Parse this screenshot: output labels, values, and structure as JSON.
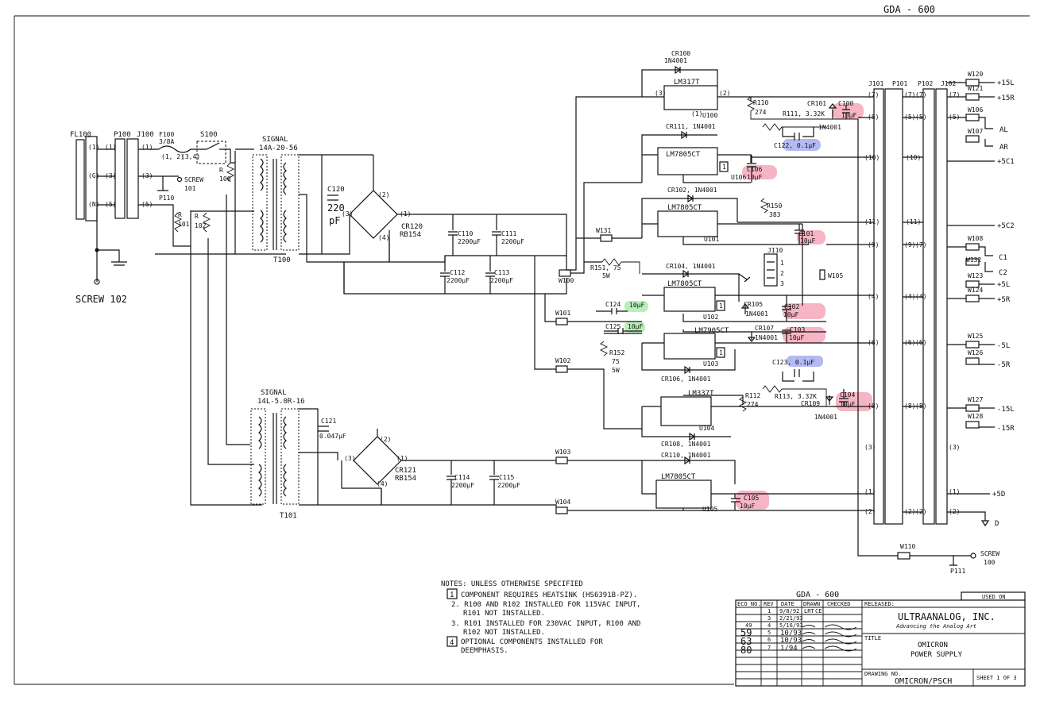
{
  "header": {
    "corner_mark": "GDA - 600"
  },
  "colors": {
    "pink": "#f6b5c4",
    "blue": "#b4b9f2",
    "green": "#b8f0b8",
    "ink": "#111111"
  },
  "left": {
    "fl100": "FL100",
    "p100": "P100",
    "j100": "J100",
    "f100": "F100",
    "f100_rating": "3/8A",
    "s100": "S100",
    "screw101": "SCREW",
    "screw101_num": "101",
    "p110": "P110",
    "screw102": "SCREW 102",
    "r100": "R",
    "r100n": "100",
    "r101": "R",
    "r101n": "101",
    "r102": "R",
    "r102n": "102",
    "pins": {
      "p1": "(1)",
      "p2": "(2)",
      "p3": "(3)",
      "p5": "(5)",
      "p12": "(1, 2)",
      "p34": "(3,4)",
      "g": "(G)",
      "n": "(N)"
    }
  },
  "t100": {
    "label1": "SIGNAL",
    "label2": "14A-20-56",
    "name": "T100"
  },
  "t101": {
    "label1": "SIGNAL",
    "label2": "14L-5.0R-16",
    "name": "T101"
  },
  "upper_mid": {
    "c120": "C120",
    "c120_val": "220",
    "c120_unit": "pF",
    "cr120": "CR120",
    "cr120_part": "RB154",
    "c110": "C110",
    "c110_val": "2200µF",
    "c111": "C111",
    "c111_val": "2200µF",
    "c112": "C112",
    "c112_val": "2200µF",
    "c113": "C113",
    "c113_val": "2200µF",
    "w131": "W131",
    "w100": "W100",
    "r151": "R151, 75",
    "r151_w": "5W",
    "w101": "W101",
    "w102": "W102",
    "r152": "R152",
    "r152_val": "75",
    "r152_w": "5W",
    "c124": "C124",
    "c124_val": "10µF",
    "c125": "C125",
    "c125_val": "10µF"
  },
  "lower_mid": {
    "c121": "C121",
    "c121_val": "0.047µF",
    "cr121": "CR121",
    "cr121_part": "RB154",
    "c114": "C114",
    "c114_val": "2200µF",
    "c115": "C115",
    "c115_val": "2200µF",
    "w103": "W103",
    "w104": "W104"
  },
  "regulators": {
    "u100": {
      "part": "LM317T",
      "name": "U100",
      "diode": "CR100",
      "diode_part": "1N4001"
    },
    "u106": {
      "part": "LM7805CT",
      "name": "U106",
      "diode": "CR111, 1N4001"
    },
    "u101": {
      "part": "LM7805CT",
      "name": "U101",
      "diode": "CR102, 1N4001"
    },
    "u102": {
      "part": "LM7805CT",
      "name": "U102",
      "diode": "CR104, 1N4001"
    },
    "u103": {
      "part": "LM7905CT",
      "name": "U103",
      "diode": "CR106, 1N4001"
    },
    "u104": {
      "part": "LM337T",
      "name": "U104",
      "diode": "CR108, 1N4001"
    },
    "u105": {
      "part": "LM7805CT",
      "name": "U105",
      "diode": "CR110, 1N4001"
    }
  },
  "right_parts": {
    "r110": "R110",
    "r110_val": "274",
    "r111": "R111, 3.32K",
    "cr101": "CR101",
    "cr101_part": "1N4001",
    "c100": "C100",
    "c100_val": "10µF",
    "c122": "C122, 0.1µF",
    "c106": "C106",
    "c106_val": "10µF",
    "r150": "R150",
    "r150_val": "383",
    "c101": "C101",
    "c101_val": "10µF",
    "j110": "J110",
    "w105": "W105",
    "cr105": "CR105",
    "cr105_part": "1N4001",
    "c102": "C102",
    "c102_val": "10µF",
    "cr107": "CR107",
    "cr107_part": "1N4001",
    "c103": "C103",
    "c103_val": "10µF",
    "c123": "C123, 0.1µF",
    "r112": "R112",
    "r112_val": "274",
    "r113": "R113, 3.32K",
    "cr109": "CR109",
    "cr109_part": "1N4001",
    "c104": "C104",
    "c104_val": "10µF",
    "c105": "C105",
    "c105_val": "10µF",
    "heatsink_mark": "1",
    "j101": "J101",
    "p101": "P101",
    "p102": "P102",
    "j102": "J102",
    "w110": "W110",
    "p111": "P111",
    "screw100": "SCREW",
    "screw100_num": "100"
  },
  "outputs": {
    "w120": "W120",
    "w121": "W121",
    "w106": "W106",
    "w107": "W107",
    "w108": "W108",
    "w132": "W132",
    "w123": "W123",
    "w124": "W124",
    "w125": "W125",
    "w126": "W126",
    "w127": "W127",
    "w128": "W128",
    "p15l": "+15L",
    "p15r": "+15R",
    "al": "AL",
    "ar": "AR",
    "p5c1": "+5C1",
    "p5c2": "+5C2",
    "c1": "C1",
    "c2": "C2",
    "p5l": "+5L",
    "p5r": "+5R",
    "m5l": "-5L",
    "m5r": "-5R",
    "m15l": "-15L",
    "m15r": "-15R",
    "p5d": "+5D",
    "d": "D"
  },
  "connector_pins": {
    "p7": "(7)",
    "p5": "(5)",
    "p10": "(10)",
    "p11": "(11)",
    "p9": "(9)",
    "p4": "(4)",
    "p6": "(6)",
    "p8": "(8)",
    "p3": "(3)",
    "p2": "(2)",
    "p1": "(1)"
  },
  "notes": {
    "header": "NOTES: UNLESS OTHERWISE SPECIFIED",
    "n1_num": "1",
    "n1": "COMPONENT REQUIRES HEATSINK (HS6391B-PZ).",
    "n2a": "2.  R100 AND R102 INSTALLED FOR 115VAC INPUT,",
    "n2b": "R101 NOT INSTALLED.",
    "n3a": "3.  R101 INSTALLED FOR 230VAC INPUT, R100 AND",
    "n3b": "R102 NOT INSTALLED.",
    "n4_num": "4",
    "n4a": "OPTIONAL COMPONENTS INSTALLED FOR",
    "n4b": "DEEMPHASIS."
  },
  "title_block": {
    "handwritten": "GDA - 600",
    "used_on": "USED ON",
    "cols": [
      "ECO NO.",
      "REV",
      "DATE",
      "DRAWN",
      "CHECKED"
    ],
    "released": "RELEASED:",
    "rows": [
      {
        "eco": "",
        "rev": "1",
        "date": "9/8/92",
        "drawn": "LRT",
        "checked": "CE"
      },
      {
        "eco": "",
        "rev": "3",
        "date": "2/21/93",
        "drawn": "",
        "checked": ""
      },
      {
        "eco": "49",
        "rev": "4",
        "date": "5/16/93",
        "drawn": "",
        "checked": ""
      },
      {
        "eco": "59",
        "rev": "5",
        "date": "10/93",
        "drawn": "",
        "checked": ""
      },
      {
        "eco": "63",
        "rev": "6",
        "date": "10/93",
        "drawn": "",
        "checked": ""
      },
      {
        "eco": "80",
        "rev": "7",
        "date": "1/94",
        "drawn": "",
        "checked": ""
      }
    ],
    "company": "ULTRAANALOG, INC.",
    "tagline": "Advancing the Analog Art",
    "title_lbl": "TITLE",
    "title1": "OMICRON",
    "title2": "POWER SUPPLY",
    "dwg_lbl": "DRAWING NO.",
    "dwg": "OMICRON/PSCH",
    "sheet": "SHEET 1 OF 3"
  }
}
